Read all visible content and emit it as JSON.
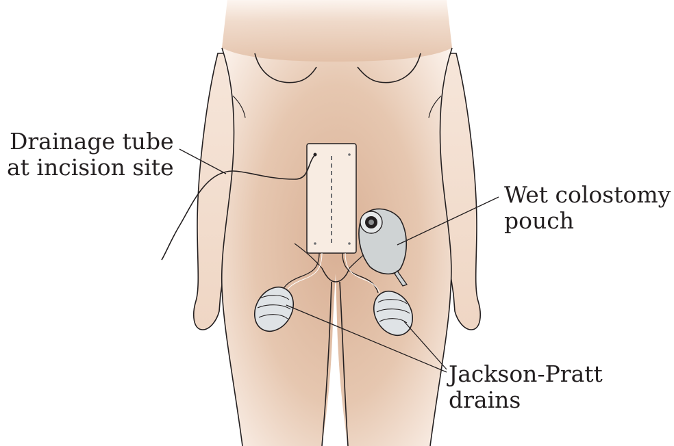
{
  "labels": {
    "drainage_tube": [
      "Drainage tube",
      "at incision site"
    ],
    "colostomy_pouch": [
      "Wet colostomy",
      "pouch"
    ],
    "jp_drains": [
      "Jackson-Pratt",
      "drains"
    ]
  },
  "colors": {
    "skin_light": "#fbeee4",
    "skin_mid": "#e8cbb5",
    "skin_dark": "#d5ab8e",
    "outline": "#231f20",
    "dressing": "#f8ece2",
    "pouch": "#cfd3d4",
    "drain_bulb": "#dfe3e6"
  }
}
